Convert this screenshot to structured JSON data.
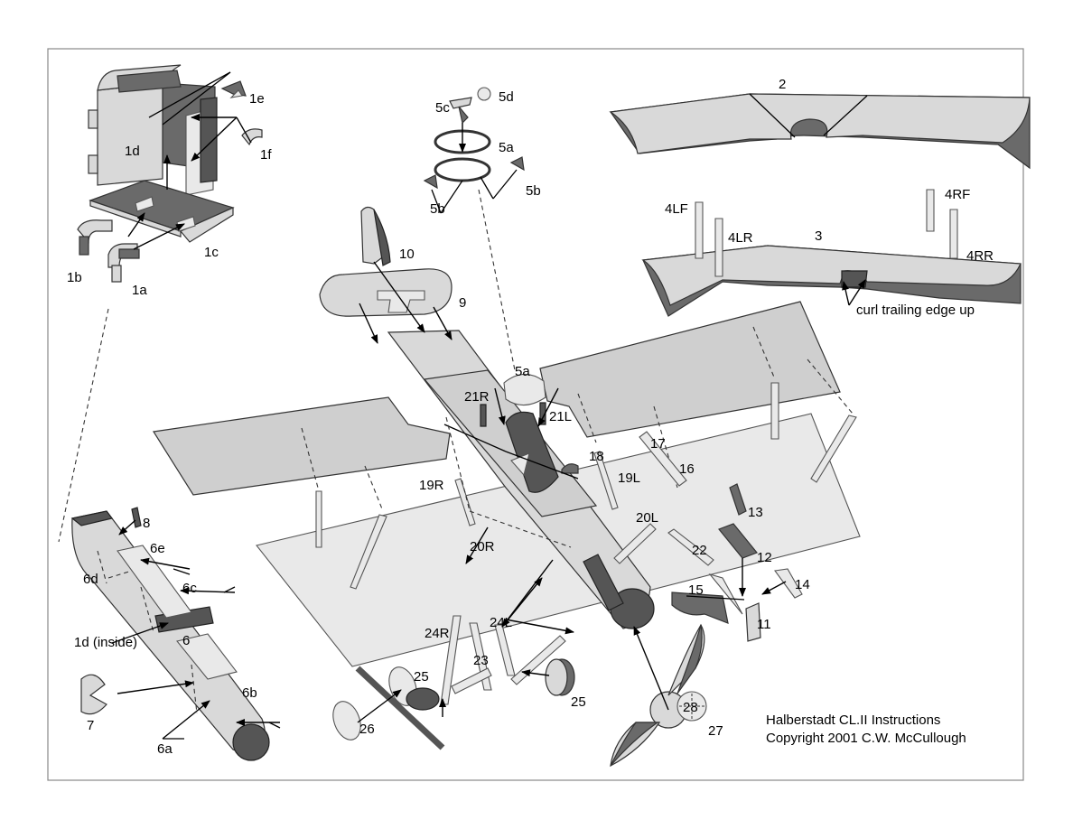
{
  "labels": {
    "p1a": "1a",
    "p1b": "1b",
    "p1c": "1c",
    "p1d": "1d",
    "p1e": "1e",
    "p1f": "1f",
    "p2": "2",
    "p3": "3",
    "p4lf": "4LF",
    "p4lr": "4LR",
    "p4rf": "4RF",
    "p4rr": "4RR",
    "p5a_top": "5a",
    "p5a": "5a",
    "p5b_left": "5b",
    "p5b_right": "5b",
    "p5c": "5c",
    "p5d": "5d",
    "p6": "6",
    "p6a": "6a",
    "p6b": "6b",
    "p6c": "6c",
    "p6d": "6d",
    "p6e": "6e",
    "p1d_inside": "1d (inside)",
    "p7": "7",
    "p8": "8",
    "p9": "9",
    "p10": "10",
    "p11": "11",
    "p12": "12",
    "p13": "13",
    "p14": "14",
    "p15": "15",
    "p16": "16",
    "p17": "17",
    "p18": "18",
    "p19l": "19L",
    "p19r": "19R",
    "p20l": "20L",
    "p20r": "20R",
    "p21l": "21L",
    "p21r": "21R",
    "p22": "22",
    "p23": "23",
    "p24l": "24L",
    "p24r": "24R",
    "p25_left": "25",
    "p25_right": "25",
    "p26": "26",
    "p27": "27",
    "p28": "28"
  },
  "note": "curl trailing edge up",
  "caption": {
    "line1": "Halberstadt CL.II Instructions",
    "line2": "Copyright 2001 C.W. McCullough"
  }
}
